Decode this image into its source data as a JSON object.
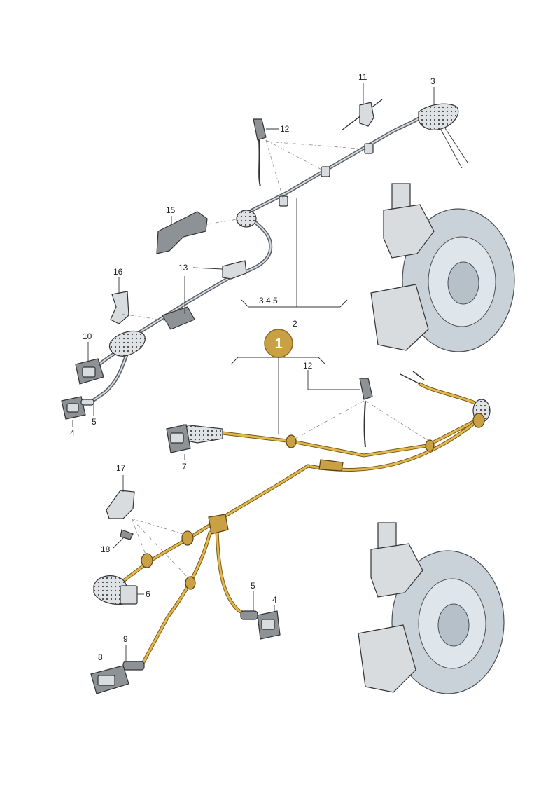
{
  "title": "",
  "callouts": {
    "main_part": "1",
    "upper_bracket_range": "3 4 5",
    "upper_harness": "2",
    "n3": "3",
    "n11": "11",
    "n12_top": "12",
    "n15": "15",
    "n16": "16",
    "n13": "13",
    "n10": "10",
    "n4_top": "4",
    "n5_top": "5",
    "n12_mid": "12",
    "n7": "7",
    "n17": "17",
    "n18": "18",
    "n6": "6",
    "n5_bottom": "5",
    "n4_bottom": "4",
    "n9": "9",
    "n8": "8"
  },
  "colors": {
    "grey_harness": "#5a6066",
    "yellow_harness": "#e2b84e",
    "badge_fill": "#c9a043",
    "badge_text": "#ffffff",
    "brake_disc": "#c9d2d9"
  }
}
